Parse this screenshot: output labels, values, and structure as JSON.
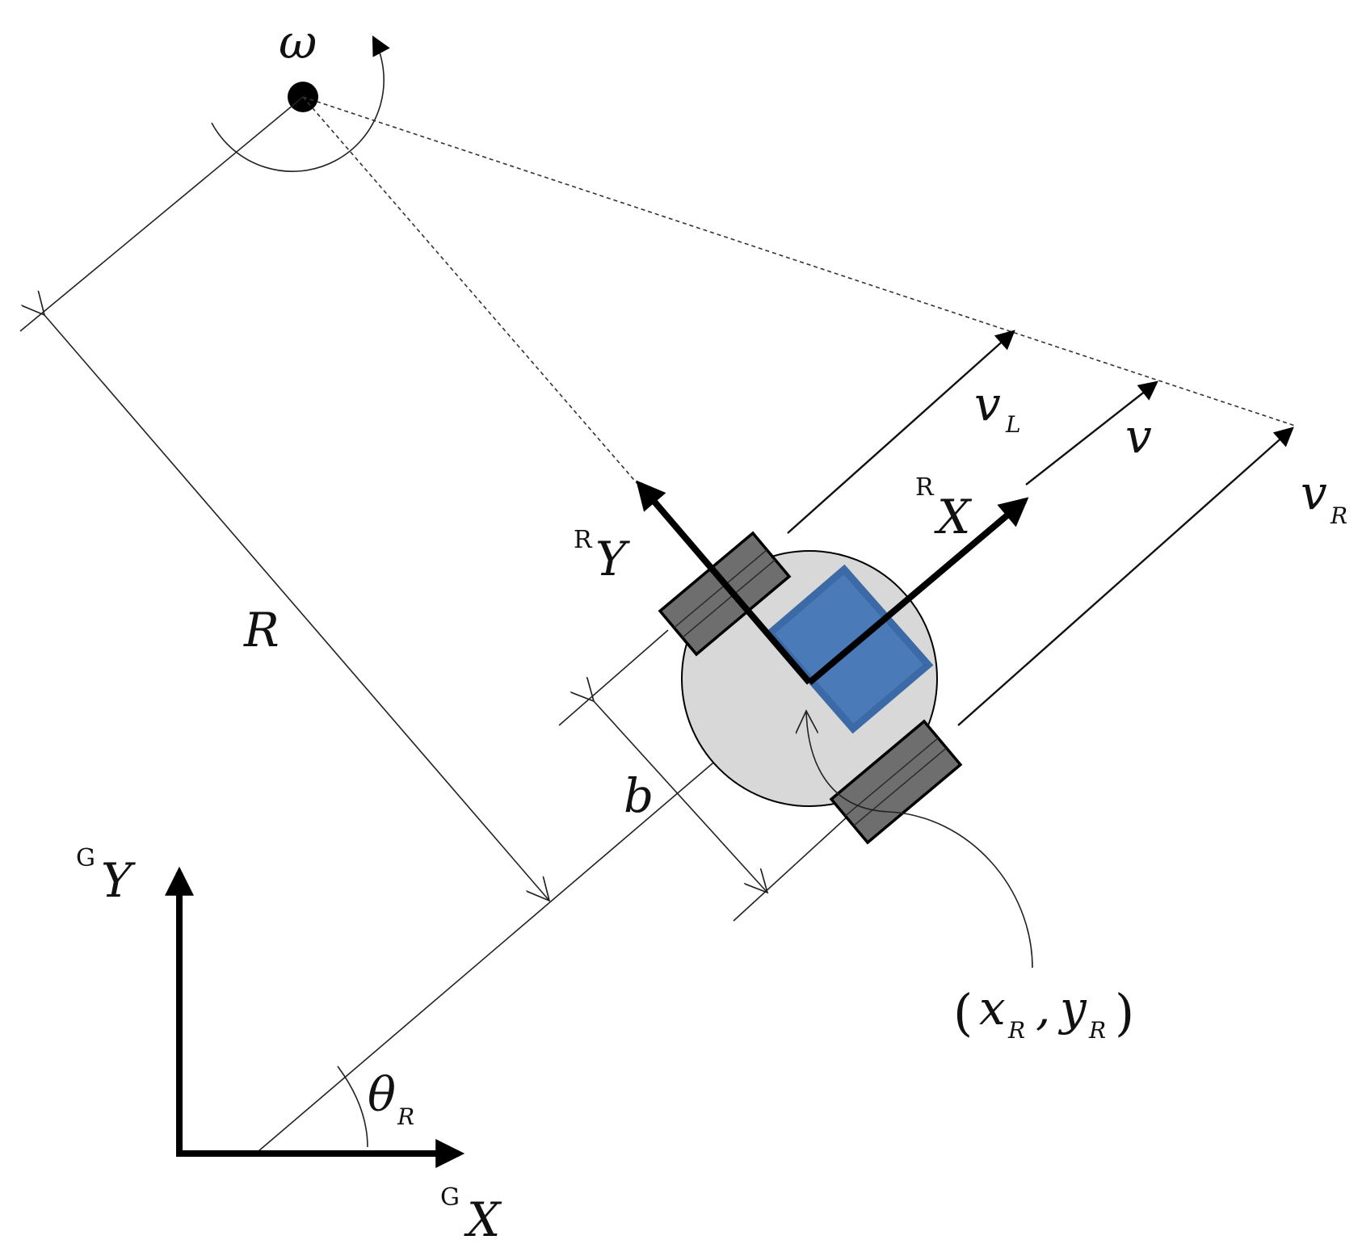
{
  "labels": {
    "omega": "ω",
    "R": "R",
    "b": "b",
    "v": "v",
    "vL_main": "v",
    "vL_sub": "L",
    "vR_main": "v",
    "vR_sub": "R",
    "robot_x_sup": "R",
    "robot_x": "X",
    "robot_y_sup": "R",
    "robot_y": "Y",
    "global_y_sup": "G",
    "global_y": "Y",
    "global_x_sup": "G",
    "global_x": "X",
    "theta_main": "θ",
    "theta_sub": "R",
    "pos_open": "(",
    "pos_x": "x",
    "pos_x_sub": "R",
    "pos_comma": ",",
    "pos_y": "y",
    "pos_y_sub": "R",
    "pos_close": ")"
  },
  "colors": {
    "robot_body": "#d8d8d8",
    "wheel": "#6e6e6e",
    "sensor": "#4a7ab8",
    "sensor_border": "#3b6aa6",
    "ink": "#000000"
  }
}
